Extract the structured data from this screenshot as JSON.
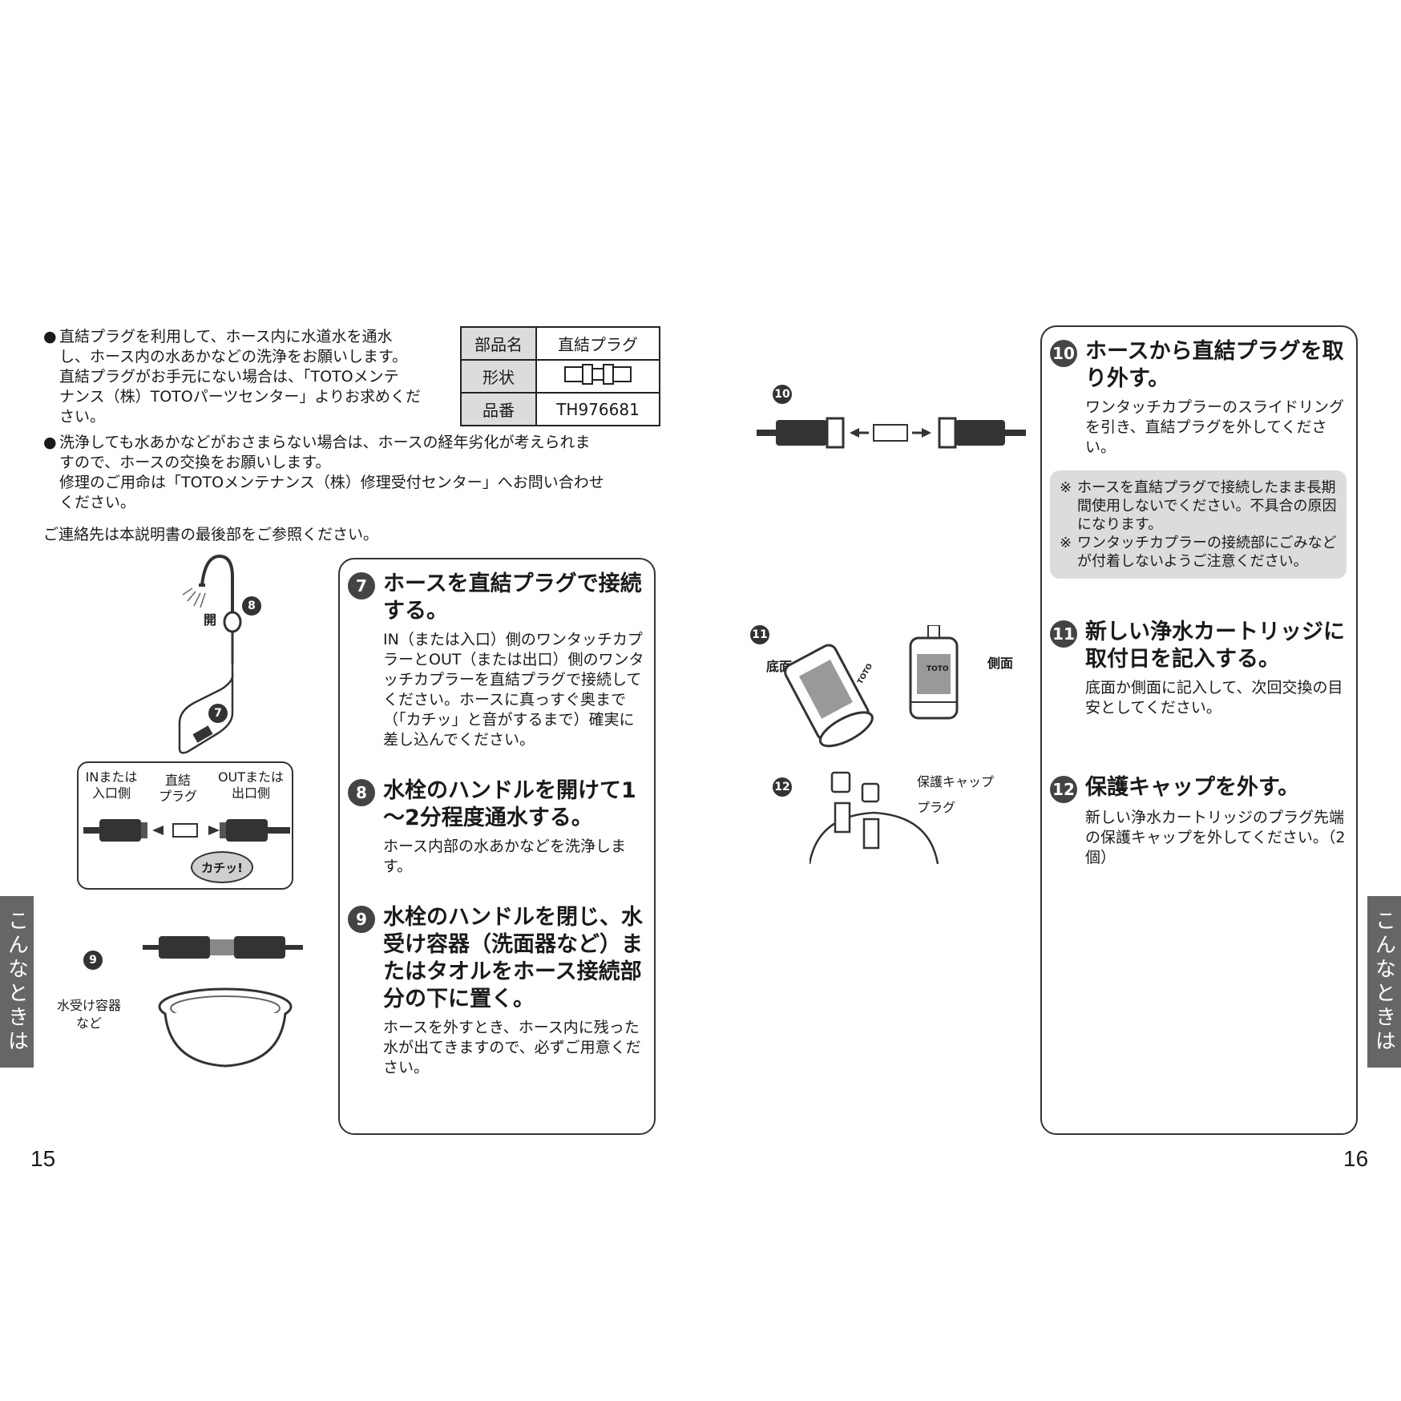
{
  "left_page": {
    "intro": {
      "bullet1_lines": [
        "直結プラグを利用して、ホース内に水道水を通水",
        "し、ホース内の水あかなどの洗浄をお願いします。",
        "直結プラグがお手元にない場合は、「TOTOメンテ",
        "ナンス（株）TOTOパーツセンター」よりお求めくだ",
        "さい。"
      ],
      "bullet2_lines": [
        "洗浄しても水あかなどがおさまらない場合は、ホースの経年劣化が考えられま",
        "すので、ホースの交換をお願いします。",
        "修理のご用命は「TOTOメンテナンス（株）修理受付センター」へお問い合わせ",
        "ください。"
      ],
      "contact": "ご連絡先は本説明書の最後部をご参照ください。"
    },
    "parts_table": {
      "row1_label": "部品名",
      "row1_value": "直結プラグ",
      "row2_label": "形状",
      "row3_label": "品番",
      "row3_value": "TH976681"
    },
    "figure": {
      "open_label": "開",
      "step8": "8",
      "step7": "7",
      "in_label": "INまたは\n入口側",
      "plug_label": "直結\nプラグ",
      "out_label": "OUTまたは\n出口側",
      "click_label": "カチッ!",
      "step9": "9",
      "basin_label": "水受け容器\nなど"
    },
    "steps": [
      {
        "num": "7",
        "title": "ホースを直結プラグで接続する。",
        "body": "IN（または入口）側のワンタッチカプラーとOUT（または出口）側のワンタッチカプラーを直結プラグで接続してください。ホースに真っすぐ奥まで（「カチッ」と音がするまで）確実に差し込んでください。"
      },
      {
        "num": "8",
        "title": "水栓のハンドルを開けて1～2分程度通水する。",
        "body": "ホース内部の水あかなどを洗浄します。"
      },
      {
        "num": "9",
        "title": "水栓のハンドルを閉じ、水受け容器（洗面器など）またはタオルをホース接続部分の下に置く。",
        "body": "ホースを外すとき、ホース内に残った水が出てきますので、必ずご用意ください。"
      }
    ],
    "side_tab": "こんなときは",
    "page_number": "15"
  },
  "right_page": {
    "figure": {
      "step10": "10",
      "step11": "11",
      "bottom_label": "底面",
      "side_label": "側面",
      "step12": "12",
      "cap_label": "保護キャップ",
      "plug_label": "プラグ",
      "brand": "TOTO"
    },
    "steps": [
      {
        "num": "10",
        "title": "ホースから直結プラグを取り外す。",
        "body": "ワンタッチカプラーのスライドリングを引き、直結プラグを外してください。"
      },
      {
        "num": "11",
        "title": "新しい浄水カートリッジに取付日を記入する。",
        "body": "底面か側面に記入して、次回交換の目安としてください。"
      },
      {
        "num": "12",
        "title": "保護キャップを外す。",
        "body": "新しい浄水カートリッジのプラグ先端の保護キャップを外してください。（2個）"
      }
    ],
    "notes": [
      "ホースを直結プラグで接続したまま長期間使用しないでください。不具合の原因になります。",
      "ワンタッチカプラーの接続部にごみなどが付着しないようご注意ください。"
    ],
    "note_mark": "※",
    "side_tab": "こんなときは",
    "page_number": "16"
  }
}
